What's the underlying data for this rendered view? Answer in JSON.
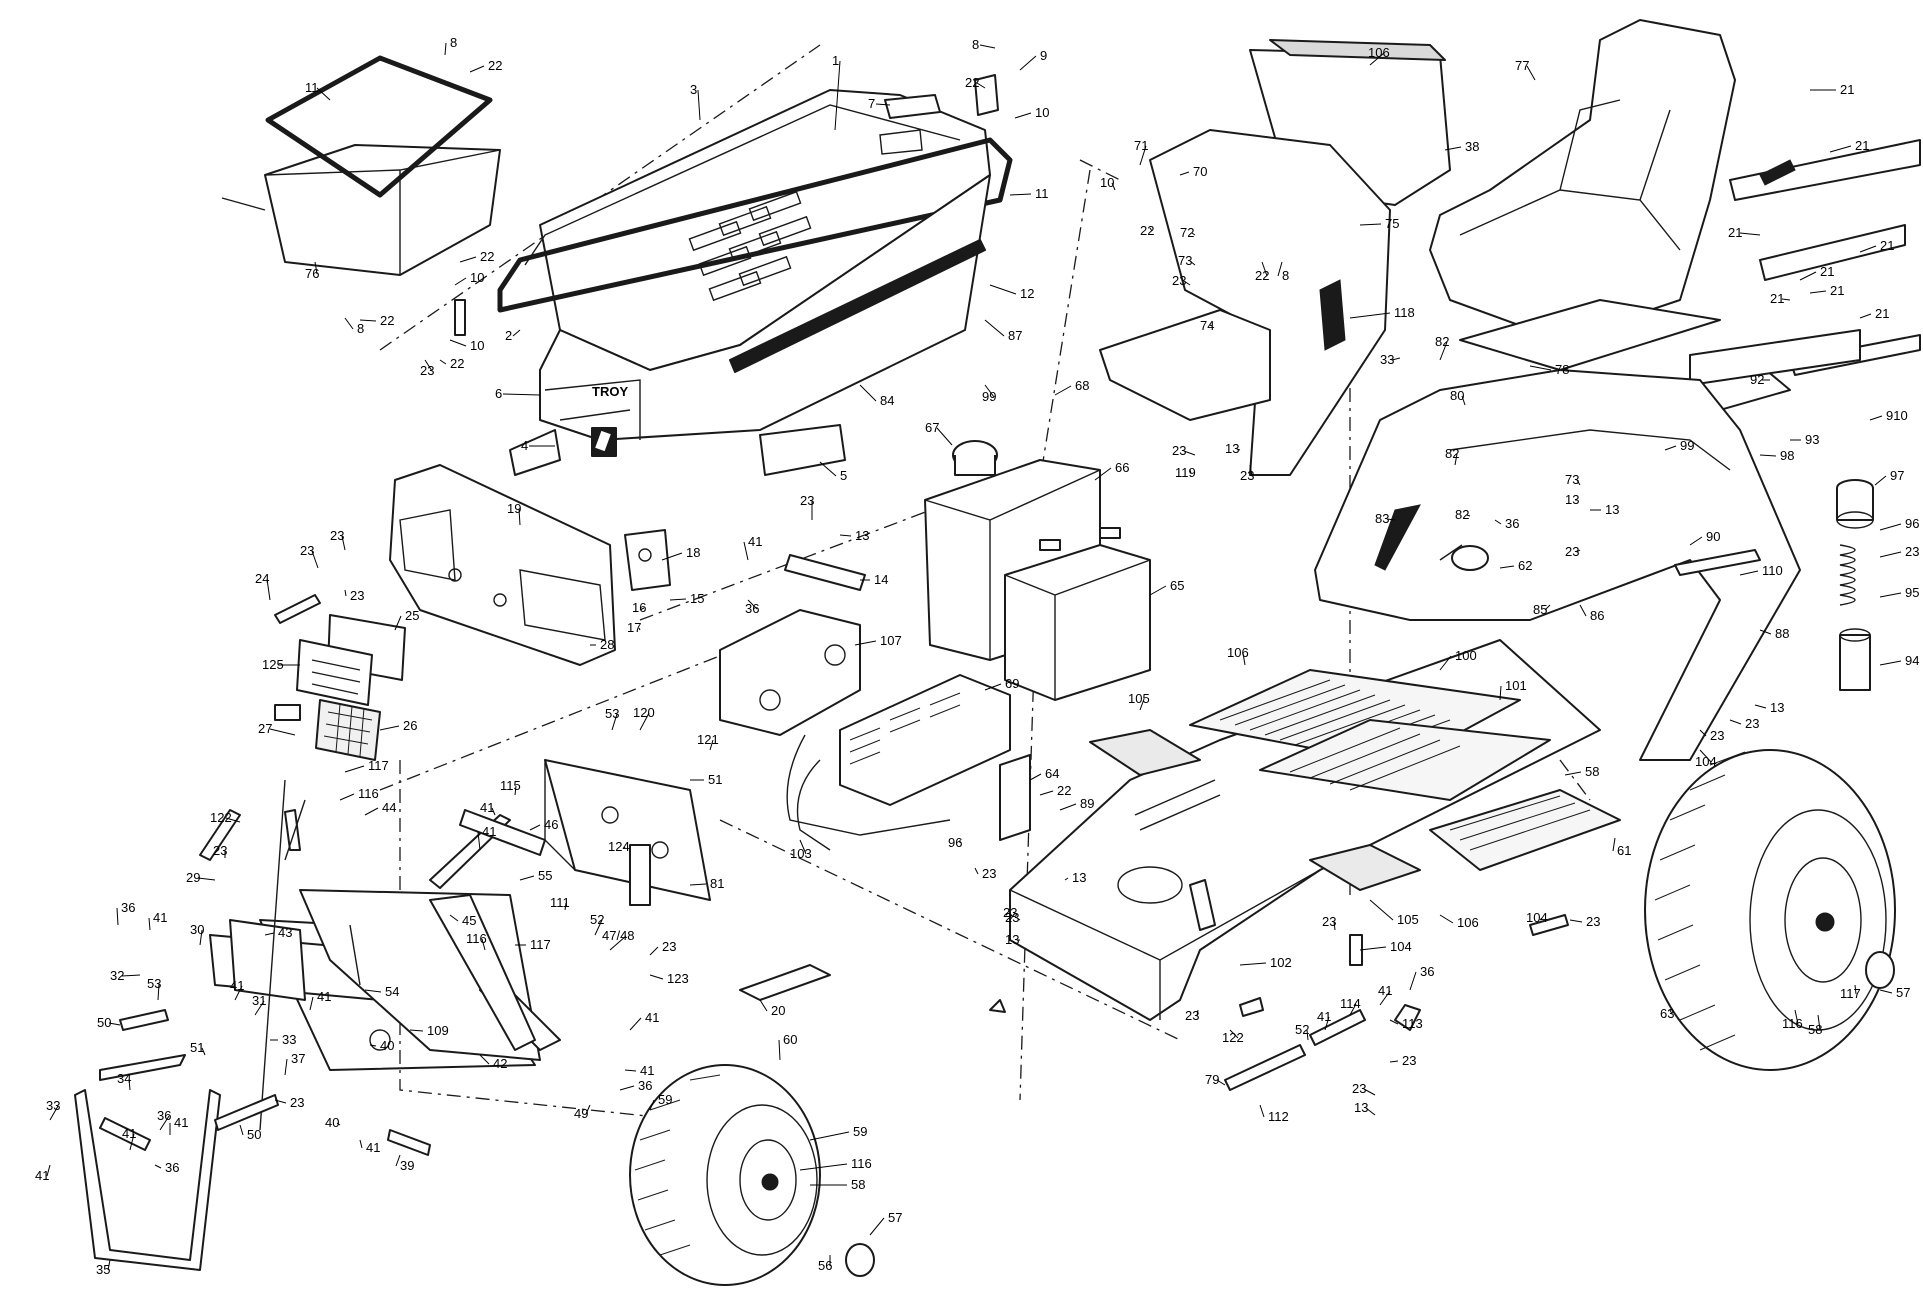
{
  "diagram": {
    "background": "#ffffff",
    "line_color": "#1a1a1a",
    "hood_badge": {
      "text": "TROY"
    },
    "callouts": [
      {
        "id": "c8a",
        "text": "8"
      },
      {
        "id": "c22a",
        "text": "22"
      },
      {
        "id": "c11a",
        "text": "11"
      },
      {
        "id": "c3",
        "text": "3"
      },
      {
        "id": "c1",
        "text": "1"
      },
      {
        "id": "c7",
        "text": "7"
      },
      {
        "id": "c8b",
        "text": "8"
      },
      {
        "id": "c9",
        "text": "9"
      },
      {
        "id": "c22b",
        "text": "22"
      },
      {
        "id": "c10a",
        "text": "10"
      },
      {
        "id": "c11b",
        "text": "11"
      },
      {
        "id": "c12",
        "text": "12"
      },
      {
        "id": "c87",
        "text": "87"
      },
      {
        "id": "c84",
        "text": "84"
      },
      {
        "id": "c76",
        "text": "76"
      },
      {
        "id": "c22c",
        "text": "22"
      },
      {
        "id": "c10b",
        "text": "10"
      },
      {
        "id": "c22d",
        "text": "22"
      },
      {
        "id": "c10c",
        "text": "10"
      },
      {
        "id": "c8c",
        "text": "8"
      },
      {
        "id": "c22e",
        "text": "22"
      },
      {
        "id": "c23a",
        "text": "23"
      },
      {
        "id": "c2",
        "text": "2"
      },
      {
        "id": "c6",
        "text": "6"
      },
      {
        "id": "c4",
        "text": "4"
      },
      {
        "id": "c5",
        "text": "5"
      },
      {
        "id": "c19",
        "text": "19"
      },
      {
        "id": "c23b",
        "text": "23"
      },
      {
        "id": "c23c",
        "text": "23"
      },
      {
        "id": "c24",
        "text": "24"
      },
      {
        "id": "c23d",
        "text": "23"
      },
      {
        "id": "c25",
        "text": "25"
      },
      {
        "id": "c125",
        "text": "125"
      },
      {
        "id": "c28",
        "text": "28"
      },
      {
        "id": "c27",
        "text": "27"
      },
      {
        "id": "c26",
        "text": "26"
      },
      {
        "id": "c18",
        "text": "18"
      },
      {
        "id": "c16",
        "text": "16"
      },
      {
        "id": "c17",
        "text": "17"
      },
      {
        "id": "c15",
        "text": "15"
      },
      {
        "id": "c41a",
        "text": "41"
      },
      {
        "id": "c36a",
        "text": "36"
      },
      {
        "id": "c23e",
        "text": "23"
      },
      {
        "id": "c13a",
        "text": "13"
      },
      {
        "id": "c14",
        "text": "14"
      },
      {
        "id": "c106a",
        "text": "106"
      },
      {
        "id": "c38",
        "text": "38"
      },
      {
        "id": "c71",
        "text": "71"
      },
      {
        "id": "c70",
        "text": "70"
      },
      {
        "id": "c10d",
        "text": "10"
      },
      {
        "id": "c22f",
        "text": "22"
      },
      {
        "id": "c72",
        "text": "72"
      },
      {
        "id": "c73a",
        "text": "73"
      },
      {
        "id": "c23f",
        "text": "23"
      },
      {
        "id": "c22g",
        "text": "22"
      },
      {
        "id": "c8d",
        "text": "8"
      },
      {
        "id": "c75",
        "text": "75"
      },
      {
        "id": "c74",
        "text": "74"
      },
      {
        "id": "c118",
        "text": "118"
      },
      {
        "id": "c99a",
        "text": "99"
      },
      {
        "id": "c68",
        "text": "68"
      },
      {
        "id": "c67",
        "text": "67"
      },
      {
        "id": "c66",
        "text": "66"
      },
      {
        "id": "c65",
        "text": "65"
      },
      {
        "id": "c23g",
        "text": "23"
      },
      {
        "id": "c13b",
        "text": "13"
      },
      {
        "id": "c119",
        "text": "119"
      },
      {
        "id": "c23h",
        "text": "23"
      },
      {
        "id": "c77",
        "text": "77"
      },
      {
        "id": "c21a",
        "text": "21"
      },
      {
        "id": "c21b",
        "text": "21"
      },
      {
        "id": "c21c",
        "text": "21"
      },
      {
        "id": "c21d",
        "text": "21"
      },
      {
        "id": "c21e",
        "text": "21"
      },
      {
        "id": "c21f",
        "text": "21"
      },
      {
        "id": "c21g",
        "text": "21"
      },
      {
        "id": "c21h",
        "text": "21"
      },
      {
        "id": "c33a",
        "text": "33"
      },
      {
        "id": "c82a",
        "text": "82"
      },
      {
        "id": "c78",
        "text": "78"
      },
      {
        "id": "c92",
        "text": "92"
      },
      {
        "id": "c910",
        "text": "910"
      },
      {
        "id": "c93",
        "text": "93"
      },
      {
        "id": "c98",
        "text": "98"
      },
      {
        "id": "c80",
        "text": "80"
      },
      {
        "id": "c82b",
        "text": "82"
      },
      {
        "id": "c99b",
        "text": "99"
      },
      {
        "id": "c73b",
        "text": "73"
      },
      {
        "id": "c13c",
        "text": "13"
      },
      {
        "id": "c13d",
        "text": "13"
      },
      {
        "id": "c82c",
        "text": "82"
      },
      {
        "id": "c36b",
        "text": "36"
      },
      {
        "id": "c23i",
        "text": "23"
      },
      {
        "id": "c90",
        "text": "90"
      },
      {
        "id": "c83",
        "text": "83"
      },
      {
        "id": "c62",
        "text": "62"
      },
      {
        "id": "c110",
        "text": "110"
      },
      {
        "id": "c86",
        "text": "86"
      },
      {
        "id": "c85",
        "text": "85"
      },
      {
        "id": "c88",
        "text": "88"
      },
      {
        "id": "c97",
        "text": "97"
      },
      {
        "id": "c96",
        "text": "96"
      },
      {
        "id": "c23j",
        "text": "23"
      },
      {
        "id": "c95",
        "text": "95"
      },
      {
        "id": "c94",
        "text": "94"
      },
      {
        "id": "c13e",
        "text": "13"
      },
      {
        "id": "c23k",
        "text": "23"
      },
      {
        "id": "c104a",
        "text": "104"
      },
      {
        "id": "c23l",
        "text": "23"
      },
      {
        "id": "c107",
        "text": "107"
      },
      {
        "id": "c69",
        "text": "69"
      },
      {
        "id": "c106b",
        "text": "106"
      },
      {
        "id": "c100",
        "text": "100"
      },
      {
        "id": "c105a",
        "text": "105"
      },
      {
        "id": "c101",
        "text": "101"
      },
      {
        "id": "c58a",
        "text": "58"
      },
      {
        "id": "c61",
        "text": "61"
      },
      {
        "id": "c53a",
        "text": "53"
      },
      {
        "id": "c120",
        "text": "120"
      },
      {
        "id": "c121",
        "text": "121"
      },
      {
        "id": "c51a",
        "text": "51"
      },
      {
        "id": "c64",
        "text": "64"
      },
      {
        "id": "c22h",
        "text": "22"
      },
      {
        "id": "c89",
        "text": "89"
      },
      {
        "id": "c96b",
        "text": "96"
      },
      {
        "id": "c23m",
        "text": "23"
      },
      {
        "id": "c103",
        "text": "103"
      },
      {
        "id": "c117a",
        "text": "117"
      },
      {
        "id": "c116a",
        "text": "116"
      },
      {
        "id": "c44",
        "text": "44"
      },
      {
        "id": "c122a",
        "text": "122"
      },
      {
        "id": "c23n",
        "text": "23"
      },
      {
        "id": "c115",
        "text": "115"
      },
      {
        "id": "c41b",
        "text": "41"
      },
      {
        "id": "c46",
        "text": "46"
      },
      {
        "id": "c124",
        "text": "124"
      },
      {
        "id": "c81",
        "text": "81"
      },
      {
        "id": "c29",
        "text": "29"
      },
      {
        "id": "c41c",
        "text": "41"
      },
      {
        "id": "c45",
        "text": "45"
      },
      {
        "id": "c55",
        "text": "55"
      },
      {
        "id": "c111",
        "text": "111"
      },
      {
        "id": "c52a",
        "text": "52"
      },
      {
        "id": "c116b",
        "text": "116"
      },
      {
        "id": "c117b",
        "text": "117"
      },
      {
        "id": "c4748",
        "text": "47/48"
      },
      {
        "id": "c23o",
        "text": "23"
      },
      {
        "id": "c123",
        "text": "123"
      },
      {
        "id": "c36c",
        "text": "36"
      },
      {
        "id": "c41d",
        "text": "41"
      },
      {
        "id": "c30",
        "text": "30"
      },
      {
        "id": "c43",
        "text": "43"
      },
      {
        "id": "c32",
        "text": "32"
      },
      {
        "id": "c54",
        "text": "54"
      },
      {
        "id": "c53b",
        "text": "53"
      },
      {
        "id": "c41e",
        "text": "41"
      },
      {
        "id": "c31",
        "text": "31"
      },
      {
        "id": "c33b",
        "text": "33"
      },
      {
        "id": "c41f",
        "text": "41"
      },
      {
        "id": "c50a",
        "text": "50"
      },
      {
        "id": "c109",
        "text": "109"
      },
      {
        "id": "c40a",
        "text": "40"
      },
      {
        "id": "c42",
        "text": "42"
      },
      {
        "id": "c51b",
        "text": "51"
      },
      {
        "id": "c37",
        "text": "37"
      },
      {
        "id": "c34",
        "text": "34"
      },
      {
        "id": "c23p",
        "text": "23"
      },
      {
        "id": "c50b",
        "text": "50"
      },
      {
        "id": "c36d",
        "text": "36"
      },
      {
        "id": "c41g",
        "text": "41"
      },
      {
        "id": "c40b",
        "text": "40"
      },
      {
        "id": "c41h",
        "text": "41"
      },
      {
        "id": "c39",
        "text": "39"
      },
      {
        "id": "c33c",
        "text": "33"
      },
      {
        "id": "c41i",
        "text": "41"
      },
      {
        "id": "c41j",
        "text": "41"
      },
      {
        "id": "c36e",
        "text": "36"
      },
      {
        "id": "c35",
        "text": "35"
      },
      {
        "id": "c20",
        "text": "20"
      },
      {
        "id": "c41k",
        "text": "41"
      },
      {
        "id": "c41l",
        "text": "41"
      },
      {
        "id": "c36f",
        "text": "36"
      },
      {
        "id": "c49",
        "text": "49"
      },
      {
        "id": "c59a",
        "text": "59"
      },
      {
        "id": "c60",
        "text": "60"
      },
      {
        "id": "c59b",
        "text": "59"
      },
      {
        "id": "c116c",
        "text": "116"
      },
      {
        "id": "c58b",
        "text": "58"
      },
      {
        "id": "c57a",
        "text": "57"
      },
      {
        "id": "c56",
        "text": "56"
      },
      {
        "id": "c23q",
        "text": "23"
      },
      {
        "id": "c13f",
        "text": "13"
      },
      {
        "id": "c23r",
        "text": "23"
      },
      {
        "id": "c13g",
        "text": "13"
      },
      {
        "id": "c102",
        "text": "102"
      },
      {
        "id": "c105b",
        "text": "105"
      },
      {
        "id": "c106c",
        "text": "106"
      },
      {
        "id": "c23s",
        "text": "23"
      },
      {
        "id": "c104b",
        "text": "104"
      },
      {
        "id": "c104c",
        "text": "104"
      },
      {
        "id": "c23t",
        "text": "23"
      },
      {
        "id": "c23u",
        "text": "23"
      },
      {
        "id": "c122b",
        "text": "122"
      },
      {
        "id": "c52b",
        "text": "52"
      },
      {
        "id": "c41m",
        "text": "41"
      },
      {
        "id": "c114",
        "text": "114"
      },
      {
        "id": "c41n",
        "text": "41"
      },
      {
        "id": "c36g",
        "text": "36"
      },
      {
        "id": "c113",
        "text": "113"
      },
      {
        "id": "c23v",
        "text": "23"
      },
      {
        "id": "c79",
        "text": "79"
      },
      {
        "id": "c112",
        "text": "112"
      },
      {
        "id": "c23w",
        "text": "23"
      },
      {
        "id": "c13h",
        "text": "13"
      },
      {
        "id": "c63",
        "text": "63"
      },
      {
        "id": "c116d",
        "text": "116"
      },
      {
        "id": "c58c",
        "text": "58"
      },
      {
        "id": "c117c",
        "text": "117"
      },
      {
        "id": "c57b",
        "text": "57"
      }
    ]
  }
}
